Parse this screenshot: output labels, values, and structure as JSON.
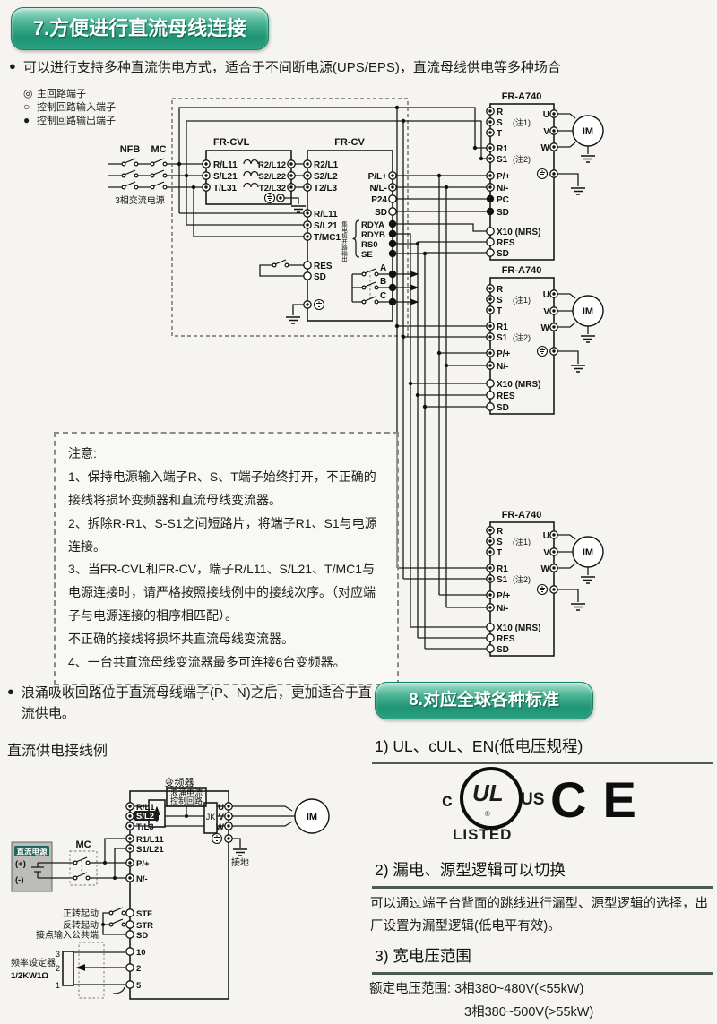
{
  "ui": {
    "bullet": "●"
  },
  "sec7": {
    "title": "7.方便进行直流母线连接",
    "intro": "可以进行支持多种直流供电方式，适合于不间断电源(UPS/EPS)，直流母线供电等多种场合"
  },
  "legend": {
    "s0": "◎",
    "l0": "主回路端子",
    "s1": "○",
    "l1": "控制回路输入端子",
    "s2": "●",
    "l2": "控制回路输出端子"
  },
  "d1": {
    "nfb": "NFB",
    "mc": "MC",
    "power": "3相交流电源",
    "frcvl": "FR-CVL",
    "cvl_l0": "R/L11",
    "cvl_l1": "S/L21",
    "cvl_l2": "T/L31",
    "cvl_r0": "R2/L12",
    "cvl_r1": "S2/L22",
    "cvl_r2": "T2/L32",
    "frcv": "FR-CV",
    "cv_l0": "R2/L1",
    "cv_l1": "S2/L2",
    "cv_l2": "T2/L3",
    "cv_m0": "R/L11",
    "cv_m1": "S/L21",
    "cv_m2": "T/MC1",
    "res": "RES",
    "sd": "SD",
    "pr0": "P/L+",
    "pr1": "N/L-",
    "pr2": "P24",
    "pr3": "SD",
    "oc": "集电极开路输出",
    "oc0": "RDYA",
    "oc1": "RDYB",
    "oc2": "RS0",
    "oc3": "SE",
    "a": "A",
    "b": "B",
    "c": "C",
    "a740": "FR-A740",
    "r": "R",
    "s": "S",
    "t": "T",
    "r1": "R1",
    "s1": "S1",
    "n1": "(注1)",
    "n2": "(注2)",
    "p": "P/+",
    "n": "N/-",
    "pc": "PC",
    "x10": "X10 (MRS)",
    "u": "U",
    "v": "V",
    "w": "W",
    "im": "IM"
  },
  "notes": {
    "title": "注意:",
    "l1": "1、保持电源输入端子R、S、T端子始终打开，不正确的接线将损坏变频器和直流母线变流器。",
    "l2": "2、拆除R-R1、S-S1之间短路片，将端子R1、S1与电源连接。",
    "l3": "3、当FR-CVL和FR-CV，端子R/L11、S/L21、T/MC1与电源连接时，请严格按照接线例中的接线次序。（对应端子与电源连接的相序相匹配）。",
    "l4": "不正确的接线将损坏共直流母线变流器。",
    "l5": "4、一台共直流母线变流器最多可连接6台变频器。"
  },
  "surge": {
    "text": "浪涌吸收回路位于直流母线端子(P、N)之后，更加适合于直流供电。",
    "example": "直流供电接线例"
  },
  "d2": {
    "title": "变频器",
    "l0": "R/L1",
    "l1": "S/L2",
    "l2": "T/L3",
    "l3": "R1/L11",
    "l4": "S1/L21",
    "l5": "P/+",
    "l6": "N/-",
    "sg1": "浪涌电流",
    "sg2": "控制回路",
    "jk": "JK",
    "u": "U",
    "v": "V",
    "w": "W",
    "im": "IM",
    "gnd": "接地",
    "dc": "直流电源",
    "plus": "(+)",
    "minus": "(-)",
    "mc": "MC",
    "in0": "正转起动",
    "in1": "反转起动",
    "in2": "接点输入公共端",
    "stf": "STF",
    "str": "STR",
    "sd": "SD",
    "t10": "10",
    "t2": "2",
    "t5": "5",
    "pot1": "频率设定器",
    "pot2": "1/2KW1Ω",
    "p3": "3",
    "p2": "2",
    "p1": "1"
  },
  "sec8": {
    "title": "8.对应全球各种标准",
    "i1": "1) UL、cUL、EN(低电压规程)",
    "ulc": "c",
    "ul": "UL",
    "ulr": "®",
    "ulus": "US",
    "listed": "LISTED",
    "ce": "CE",
    "i2": "2) 漏电、源型逻辑可以切换",
    "b2": "可以通过端子台背面的跳线进行漏型、源型逻辑的选择，出厂设置为漏型逻辑(低电平有效)。",
    "i3": "3) 宽电压范围",
    "vl": "额定电压范围:",
    "v1": "3相380~480V(<55kW)",
    "v2": "3相380~500V(>55kW)"
  }
}
